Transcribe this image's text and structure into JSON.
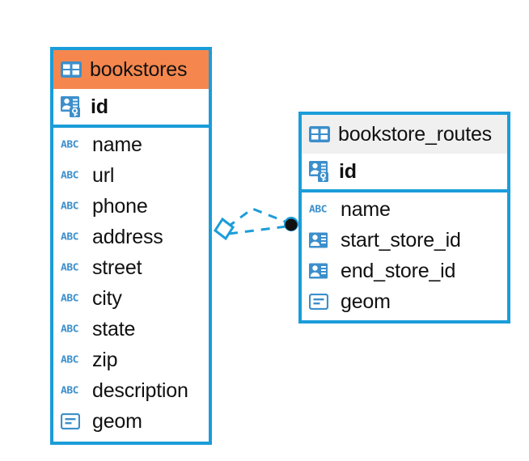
{
  "diagram": {
    "type": "entity-relationship-diagram",
    "background": "#ffffff",
    "accent_color": "#1B9DD9",
    "header_orange": "#F5874E",
    "header_gray": "#F0F0F0",
    "icon_blue": "#3C8FCC"
  },
  "entities": [
    {
      "name": "bookstores",
      "header_color": "#F5874E",
      "table_icon": "table-icon",
      "primary_key": {
        "label": "id",
        "icon": "primary-key-icon",
        "type": "pk"
      },
      "fields": [
        {
          "label": "name",
          "icon": "abc-text-icon",
          "type": "text"
        },
        {
          "label": "url",
          "icon": "abc-text-icon",
          "type": "text"
        },
        {
          "label": "phone",
          "icon": "abc-text-icon",
          "type": "text"
        },
        {
          "label": "address",
          "icon": "abc-text-icon",
          "type": "text"
        },
        {
          "label": "street",
          "icon": "abc-text-icon",
          "type": "text"
        },
        {
          "label": "city",
          "icon": "abc-text-icon",
          "type": "text"
        },
        {
          "label": "state",
          "icon": "abc-text-icon",
          "type": "text"
        },
        {
          "label": "zip",
          "icon": "abc-text-icon",
          "type": "text"
        },
        {
          "label": "description",
          "icon": "abc-text-icon",
          "type": "text"
        },
        {
          "label": "geom",
          "icon": "geometry-icon",
          "type": "geometry"
        }
      ]
    },
    {
      "name": "bookstore_routes",
      "header_color": "#F0F0F0",
      "table_icon": "table-icon",
      "primary_key": {
        "label": "id",
        "icon": "primary-key-icon",
        "type": "pk"
      },
      "fields": [
        {
          "label": "name",
          "icon": "abc-text-icon",
          "type": "text"
        },
        {
          "label": "start_store_id",
          "icon": "foreign-key-icon",
          "type": "fk"
        },
        {
          "label": "end_store_id",
          "icon": "foreign-key-icon",
          "type": "fk"
        },
        {
          "label": "geom",
          "icon": "geometry-icon",
          "type": "geometry"
        }
      ]
    }
  ],
  "relationship": {
    "name": "bookstores-to-bookstore_routes",
    "style": "dashed",
    "color": "#1B9DD9",
    "source_endpoint": "diamond-outline",
    "target_endpoint": "filled-circle",
    "target_endpoint_color": "#111111"
  },
  "abc_glyph": "ABC"
}
